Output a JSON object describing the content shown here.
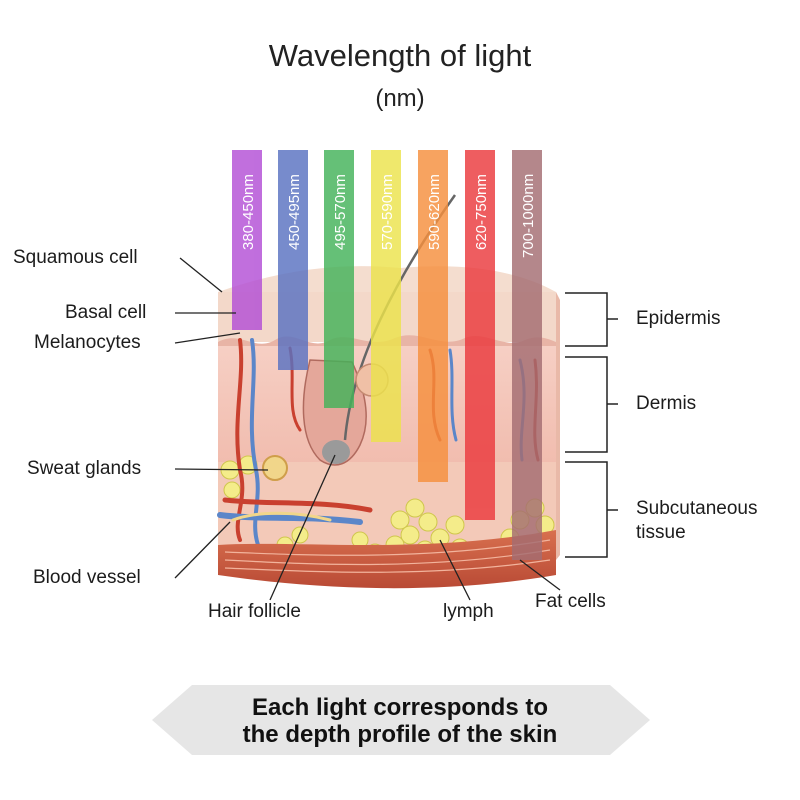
{
  "title": "Wavelength of light",
  "subtitle": "(nm)",
  "bands": [
    {
      "label": "380-450nm",
      "color": "#b34fd6"
    },
    {
      "label": "450-495nm",
      "color": "#5a72c2"
    },
    {
      "label": "495-570nm",
      "color": "#44b35a"
    },
    {
      "label": "570-590nm",
      "color": "#ece34c"
    },
    {
      "label": "590-620nm",
      "color": "#f6903e"
    },
    {
      "label": "620-750nm",
      "color": "#eb3a3e"
    },
    {
      "label": "700-1000nm",
      "color": "#a36d71"
    }
  ],
  "left_labels": {
    "squamous": "Squamous cell",
    "basal": "Basal cell",
    "melanocytes": "Melanocytes",
    "sweat": "Sweat glands",
    "blood": "Blood vessel"
  },
  "bottom_labels": {
    "hair": "Hair follicle",
    "lymph": "lymph",
    "fat": "Fat cells"
  },
  "right_labels": {
    "epidermis": "Epidermis",
    "dermis": "Dermis",
    "subcutaneous_1": "Subcutaneous",
    "subcutaneous_2": "tissue"
  },
  "banner": {
    "line1": "Each light corresponds to",
    "line2": "the depth profile of the skin"
  }
}
